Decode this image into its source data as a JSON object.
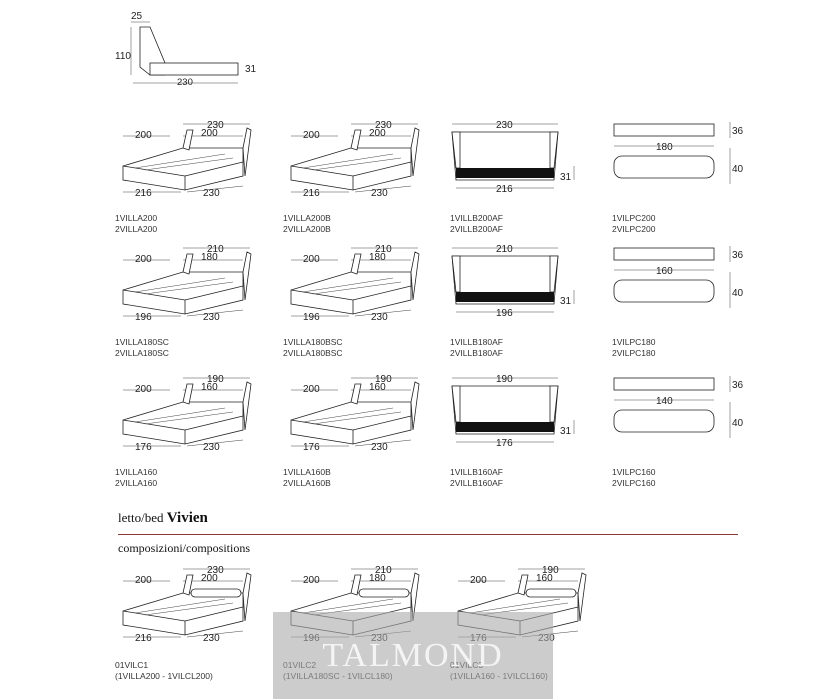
{
  "profile": {
    "height": "110",
    "head": "25",
    "length": "230",
    "frame": "31"
  },
  "grid": [
    [
      {
        "type": "bed",
        "w": "230",
        "inner": "200",
        "side": "200",
        "bot": "216",
        "len": "230",
        "codes": [
          "1VILLA200",
          "2VILLA200"
        ]
      },
      {
        "type": "bed",
        "w": "230",
        "inner": "200",
        "side": "200",
        "bot": "216",
        "len": "230",
        "codes": [
          "1VILLA200B",
          "2VILLA200B"
        ]
      },
      {
        "type": "front",
        "w": "230",
        "bot": "216",
        "h": "31",
        "codes": [
          "1VILLB200AF",
          "2VILLB200AF"
        ]
      },
      {
        "type": "pillow",
        "w": "180",
        "h1": "36",
        "h2": "40",
        "codes": [
          "1VILPC200",
          "2VILPC200"
        ]
      }
    ],
    [
      {
        "type": "bed",
        "w": "210",
        "inner": "180",
        "side": "200",
        "bot": "196",
        "len": "230",
        "codes": [
          "1VILLA180SC",
          "2VILLA180SC"
        ]
      },
      {
        "type": "bed",
        "w": "210",
        "inner": "180",
        "side": "200",
        "bot": "196",
        "len": "230",
        "codes": [
          "1VILLA180BSC",
          "2VILLA180BSC"
        ]
      },
      {
        "type": "front",
        "w": "210",
        "bot": "196",
        "h": "31",
        "codes": [
          "1VILLB180AF",
          "2VILLB180AF"
        ]
      },
      {
        "type": "pillow",
        "w": "160",
        "h1": "36",
        "h2": "40",
        "codes": [
          "1VILPC180",
          "2VILPC180"
        ]
      }
    ],
    [
      {
        "type": "bed",
        "w": "190",
        "inner": "160",
        "side": "200",
        "bot": "176",
        "len": "230",
        "codes": [
          "1VILLA160",
          "2VILLA160"
        ]
      },
      {
        "type": "bed",
        "w": "190",
        "inner": "160",
        "side": "200",
        "bot": "176",
        "len": "230",
        "codes": [
          "1VILLA160B",
          "2VILLA160B"
        ]
      },
      {
        "type": "front",
        "w": "190",
        "bot": "176",
        "h": "31",
        "codes": [
          "1VILLB160AF",
          "2VILLB160AF"
        ]
      },
      {
        "type": "pillow",
        "w": "140",
        "h1": "36",
        "h2": "40",
        "codes": [
          "1VILPC160",
          "2VILPC160"
        ]
      }
    ]
  ],
  "title_prefix": "letto/bed",
  "title_name": "Vivien",
  "subtitle": "composizioni/compositions",
  "compositions": [
    {
      "w": "230",
      "inner": "200",
      "side": "200",
      "bot": "216",
      "len": "230",
      "codes": [
        "01VILC1",
        "(1VILLA200 - 1VILCL200)"
      ]
    },
    {
      "w": "210",
      "inner": "180",
      "side": "200",
      "bot": "196",
      "len": "230",
      "codes": [
        "01VILC2",
        "(1VILLA180SC - 1VILCL180)"
      ]
    },
    {
      "w": "190",
      "inner": "160",
      "side": "200",
      "bot": "176",
      "len": "230",
      "codes": [
        "01VILC3",
        "(1VILLA160 - 1VILCL160)"
      ]
    }
  ],
  "watermark": "TALMOND"
}
